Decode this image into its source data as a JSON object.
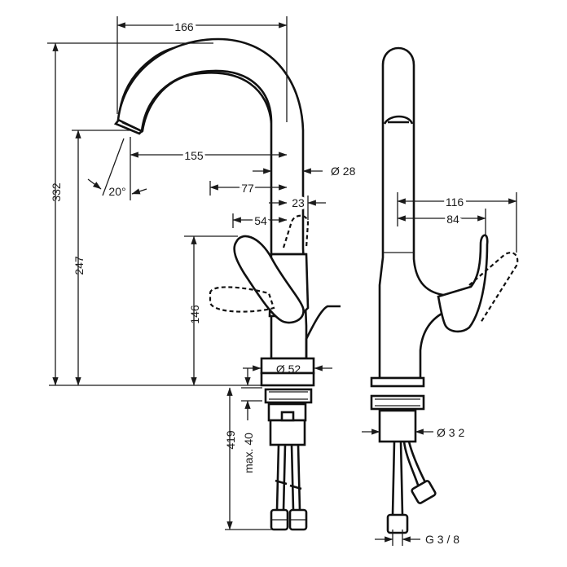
{
  "dimensions": {
    "spout_reach_total": "166",
    "overall_height": "332",
    "outlet_reach": "155",
    "column_diameter": "Ø 28",
    "outlet_angle": "20°",
    "handle_offset_77": "77",
    "handle_offset_23": "23",
    "outlet_height": "247",
    "handle_reach_54": "54",
    "handle_height": "146",
    "base_diameter": "Ø 52",
    "shank_length": "419",
    "max_deck_thickness": "max. 40",
    "side_handle_swing": "116",
    "side_handle_reach": "84",
    "shank_diameter": "Ø 3 2",
    "connection_thread": "G 3 / 8"
  }
}
